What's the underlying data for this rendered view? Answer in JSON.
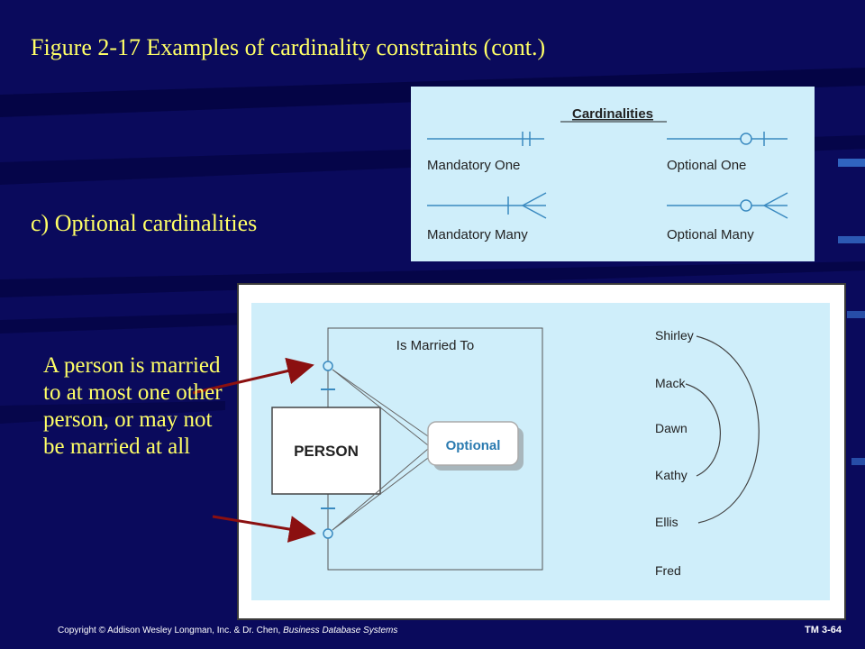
{
  "slide": {
    "title": "Figure 2-17 Examples of cardinality constraints (cont.)",
    "subtitle": "c) Optional cardinalities",
    "annotation": "A person is married to at most one other person, or may not be married at all",
    "footer_prefix": "Copyright © Addison Wesley Longman, Inc. & Dr. Chen, ",
    "footer_book": "Business Database Systems",
    "slide_id": "TM 3-64"
  },
  "legend": {
    "heading": "Cardinalities",
    "items": [
      "Mandatory One",
      "Optional One",
      "Mandatory Many",
      "Optional Many"
    ]
  },
  "diagram": {
    "entity": "PERSON",
    "relationship": "Is Married To",
    "callout": "Optional",
    "names": [
      "Shirley",
      "Mack",
      "Dawn",
      "Kathy",
      "Ellis",
      "Fred"
    ]
  },
  "colors": {
    "background": "#0a0a5c",
    "text_accent": "#ffff66",
    "panel": "#cfeefa",
    "arrow": "#8b1010",
    "callout_text": "#2a7ab0"
  }
}
